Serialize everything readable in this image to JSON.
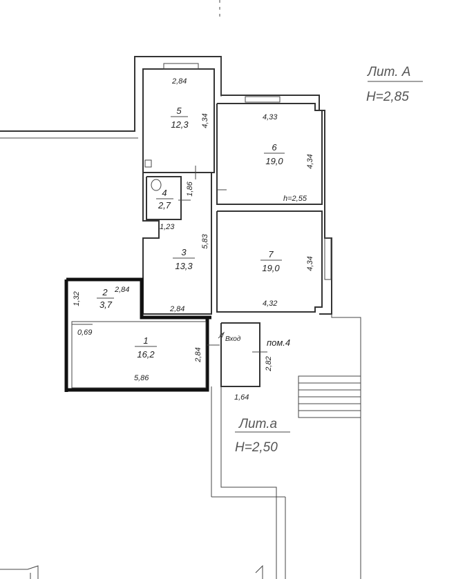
{
  "header_label": {
    "title": "Лит. А",
    "height": "H=2,85"
  },
  "annex_label": {
    "title": "Лит.а",
    "height": "H=2,50"
  },
  "rooms": [
    {
      "id": "1",
      "number": "1",
      "area": "16,2"
    },
    {
      "id": "2",
      "number": "2",
      "area": "3,7"
    },
    {
      "id": "3",
      "number": "3",
      "area": "13,3"
    },
    {
      "id": "4",
      "number": "4",
      "area": "2,7"
    },
    {
      "id": "5",
      "number": "5",
      "area": "12,3"
    },
    {
      "id": "6",
      "number": "6",
      "area": "19,0"
    },
    {
      "id": "7",
      "number": "7",
      "area": "19,0"
    }
  ],
  "dimensions": {
    "r5_top": "2,84",
    "r5_side": "4,34",
    "r6_top": "4,33",
    "r6_side": "4,34",
    "r6_h": "h=2,55",
    "r4_side": "1,86",
    "r4_bottom": "1,23",
    "r3_side": "5,83",
    "r3_bottom": "2,84",
    "r7_side": "4,34",
    "r7_bottom": "4,32",
    "r2_top": "2,84",
    "r2_side": "1,32",
    "r1_left": "0,69",
    "r1_side": "2,84",
    "r1_bottom": "5,86",
    "pom4_side": "2,82",
    "pom4_bottom": "1,64"
  },
  "annotations": {
    "entrance": "Вход",
    "pom4": "пом.4"
  }
}
